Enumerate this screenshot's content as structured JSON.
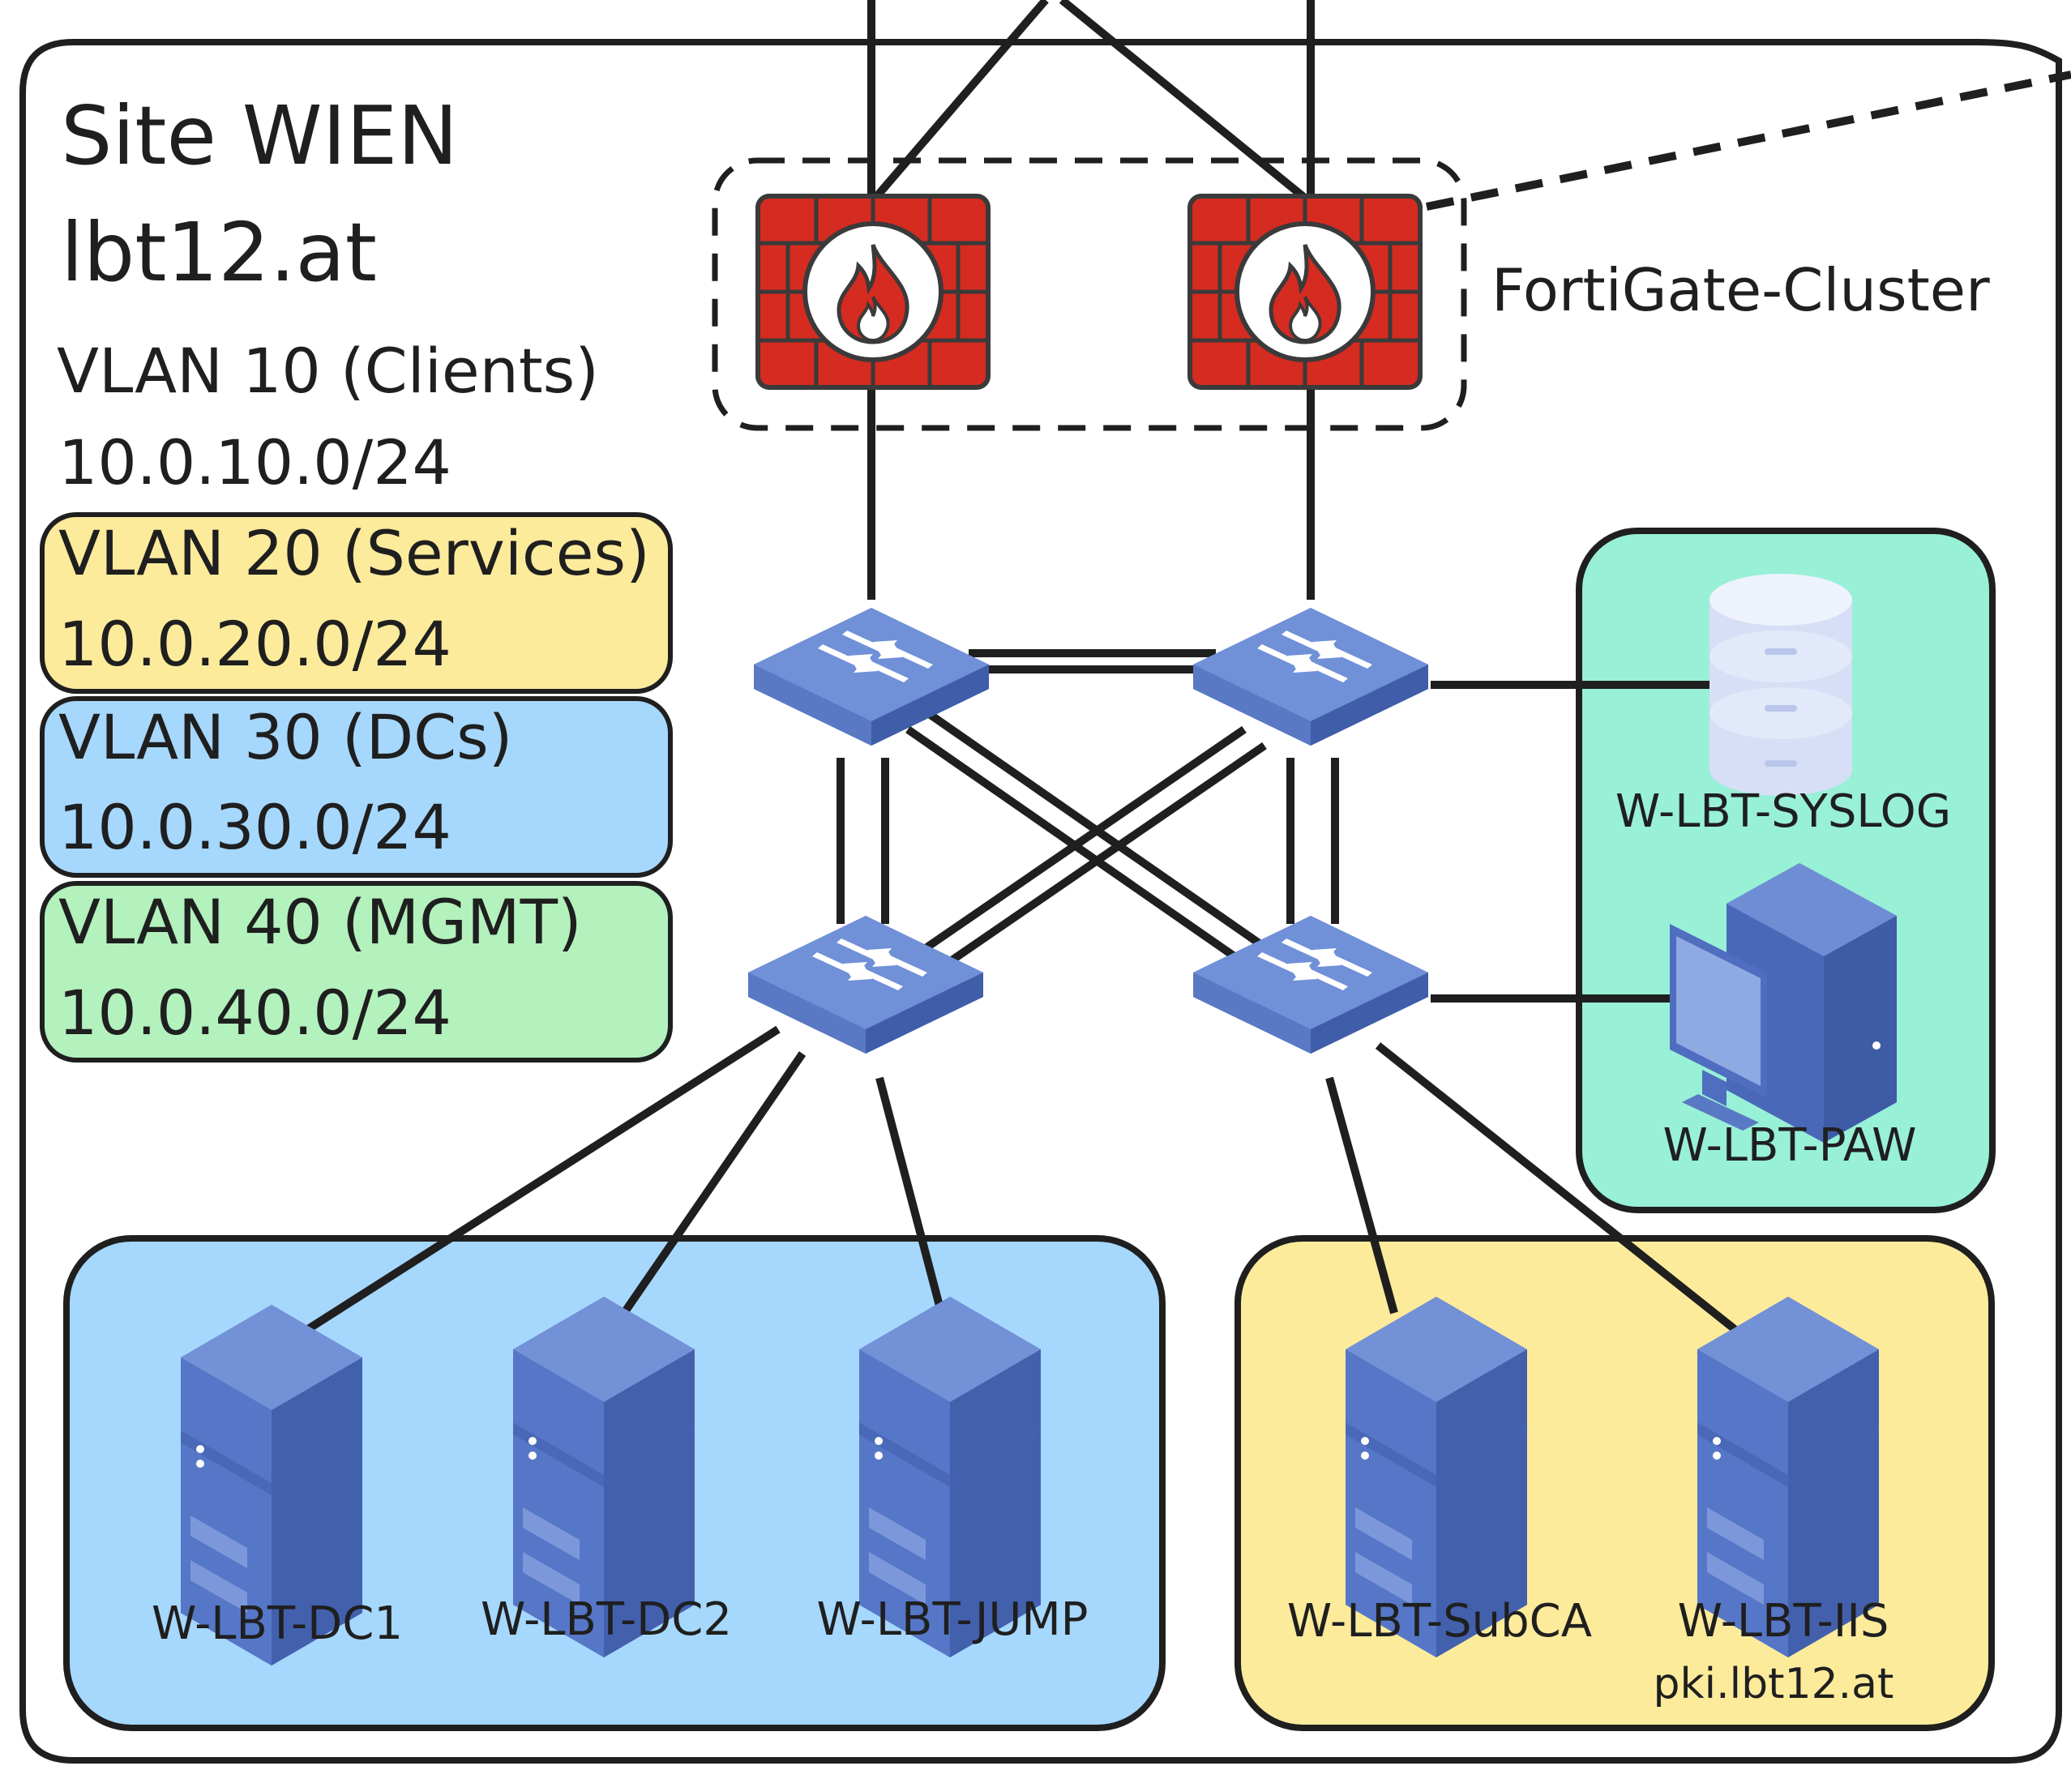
{
  "site": {
    "name": "Site WIEN",
    "domain": "lbt12.at"
  },
  "vlans": [
    {
      "name": "VLAN 10 (Clients)",
      "subnet": "10.0.10.0/24",
      "color": "#ffffff"
    },
    {
      "name": "VLAN 20 (Services)",
      "subnet": "10.0.20.0/24",
      "color": "#fdeb9c"
    },
    {
      "name": "VLAN 30 (DCs)",
      "subnet": "10.0.30.0/24",
      "color": "#a6d7fd"
    },
    {
      "name": "VLAN 40 (MGMT)",
      "subnet": "10.0.40.0/24",
      "color": "#b3f1bd"
    }
  ],
  "firewall_cluster": {
    "label": "FortiGate-Cluster",
    "icon": "firewall-icon",
    "color": "#d52b20"
  },
  "zones": {
    "mgmt": {
      "color": "#98f0d7"
    },
    "dcs": {
      "color": "#a6d7fd"
    },
    "services": {
      "color": "#fdeb9c"
    }
  },
  "hosts": {
    "syslog": {
      "name": "W-LBT-SYSLOG",
      "icon": "database-icon"
    },
    "paw": {
      "name": "W-LBT-PAW",
      "icon": "workstation-icon"
    },
    "dc1": {
      "name": "W-LBT-DC1",
      "icon": "server-icon"
    },
    "dc2": {
      "name": "W-LBT-DC2",
      "icon": "server-icon"
    },
    "jump": {
      "name": "W-LBT-JUMP",
      "icon": "server-icon"
    },
    "subca": {
      "name": "W-LBT-SubCA",
      "icon": "server-icon"
    },
    "iis": {
      "name": "W-LBT-IIS",
      "subtitle": "pki.lbt12.at",
      "icon": "server-icon"
    }
  },
  "device_colors": {
    "switch_top": "#6f8fd6",
    "switch_side": "#4a68b8",
    "server_top": "#6b8ad0",
    "server_front": "#4f6ec0",
    "line": "#1f1f1f"
  }
}
